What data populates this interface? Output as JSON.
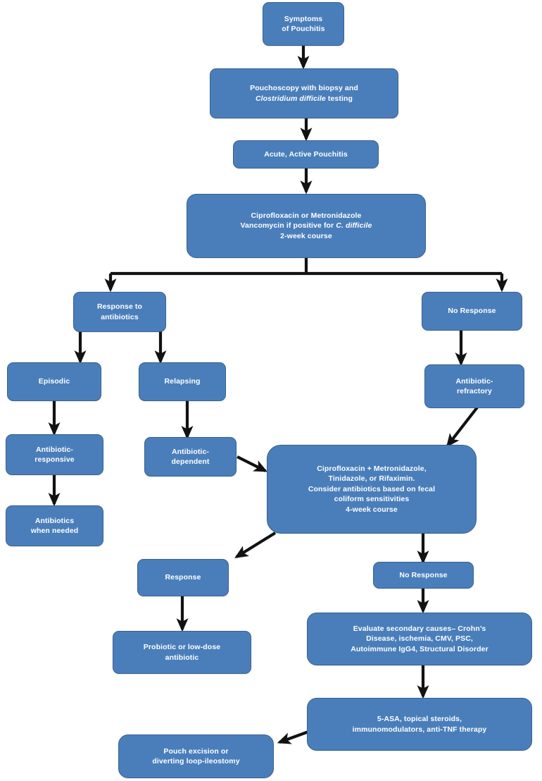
{
  "diagram": {
    "title": "Pouchitis treatment algorithm",
    "colors": {
      "node_fill": "#4a7ebb",
      "node_border": "#37618f",
      "node_text": "#ffffff",
      "edge": "#121212",
      "background": "#ffffff"
    },
    "nodes": [
      {
        "id": "symptoms",
        "text": "Symptoms\nof Pouchitis"
      },
      {
        "id": "pouchoscopy",
        "text": "Pouchoscopy with biopsy and\nClostridium difficile testing",
        "text_plain": "Pouchoscopy with biopsy and Clostridium difficile testing",
        "italic_part": "Clostridium difficile"
      },
      {
        "id": "acute-active",
        "text": "Acute, Active Pouchitis"
      },
      {
        "id": "first-line-abx",
        "text": "Ciprofloxacin or Metronidazole\nVancomycin if positive for C. difficile\n2-week course",
        "italic_part": "C. difficile"
      },
      {
        "id": "response-to-abx",
        "text": "Response to\nantibiotics"
      },
      {
        "id": "no-response-1",
        "text": "No Response"
      },
      {
        "id": "episodic",
        "text": "Episodic"
      },
      {
        "id": "relapsing",
        "text": "Relapsing"
      },
      {
        "id": "abx-refractory",
        "text": "Antibiotic-\nrefractory"
      },
      {
        "id": "abx-responsive",
        "text": "Antibiotic-\nresponsive"
      },
      {
        "id": "abx-dependent",
        "text": "Antibiotic-\ndependent"
      },
      {
        "id": "abx-when-needed",
        "text": "Antibiotics\nwhen needed"
      },
      {
        "id": "second-line-abx",
        "text": "Ciprofloxacin + Metronidazole,\nTinidazole, or Rifaximin.\nConsider antibiotics based on fecal\ncoliform sensitivities\n4-week course"
      },
      {
        "id": "response-2",
        "text": "Response"
      },
      {
        "id": "no-response-2",
        "text": "No Response"
      },
      {
        "id": "probiotic",
        "text": "Probiotic or low-dose\nantibiotic"
      },
      {
        "id": "secondary-causes",
        "text": "Evaluate secondary causes– Crohn’s\nDisease, ischemia, CMV, PSC,\nAutoimmune IgG4, Structural Disorder"
      },
      {
        "id": "medical-therapy",
        "text": "5-ASA, topical steroids,\nimmunomodulators, anti-TNF therapy"
      },
      {
        "id": "surgery",
        "text": "Pouch excision or\ndiverting loop-ileostomy"
      }
    ],
    "edges": [
      {
        "from": "symptoms",
        "to": "pouchoscopy",
        "kind": "straight-down"
      },
      {
        "from": "pouchoscopy",
        "to": "acute-active",
        "kind": "straight-down"
      },
      {
        "from": "acute-active",
        "to": "first-line-abx",
        "kind": "straight-down"
      },
      {
        "from": "first-line-abx",
        "to": "response-to-abx",
        "kind": "split-left"
      },
      {
        "from": "first-line-abx",
        "to": "no-response-1",
        "kind": "split-right"
      },
      {
        "from": "response-to-abx",
        "to": "episodic",
        "kind": "straight-down"
      },
      {
        "from": "response-to-abx",
        "to": "relapsing",
        "kind": "straight-down"
      },
      {
        "from": "no-response-1",
        "to": "abx-refractory",
        "kind": "straight-down"
      },
      {
        "from": "episodic",
        "to": "abx-responsive",
        "kind": "straight-down"
      },
      {
        "from": "relapsing",
        "to": "abx-dependent",
        "kind": "straight-down"
      },
      {
        "from": "abx-responsive",
        "to": "abx-when-needed",
        "kind": "straight-down"
      },
      {
        "from": "abx-dependent",
        "to": "second-line-abx",
        "kind": "diagonal"
      },
      {
        "from": "abx-refractory",
        "to": "second-line-abx",
        "kind": "diagonal"
      },
      {
        "from": "second-line-abx",
        "to": "response-2",
        "kind": "diagonal"
      },
      {
        "from": "second-line-abx",
        "to": "no-response-2",
        "kind": "straight-down"
      },
      {
        "from": "response-2",
        "to": "probiotic",
        "kind": "straight-down"
      },
      {
        "from": "no-response-2",
        "to": "secondary-causes",
        "kind": "straight-down"
      },
      {
        "from": "secondary-causes",
        "to": "medical-therapy",
        "kind": "straight-down"
      },
      {
        "from": "medical-therapy",
        "to": "surgery",
        "kind": "diagonal"
      }
    ]
  }
}
